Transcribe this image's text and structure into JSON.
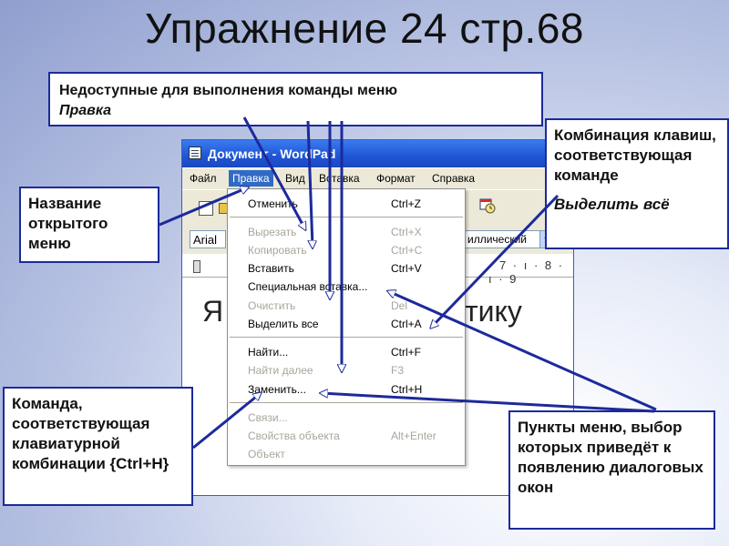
{
  "slide": {
    "title": "Упражнение 24 стр.68"
  },
  "callouts": {
    "unavailable": {
      "text": "Недоступные для выполнения команды меню",
      "italic": "Правка"
    },
    "combo": {
      "text": "Комбинация клавиш, соответствующая команде",
      "italic": "Выделить всё"
    },
    "opened_menu": {
      "text": "Название открытого меню"
    },
    "command": {
      "text": "Команда, соответствующая клавиатурной комбинации {Ctrl+H}"
    },
    "dialogs": {
      "text": "Пункты меню, выбор которых приведёт к появлению диалоговых окон"
    }
  },
  "window": {
    "title": "Документ - WordPad",
    "menubar": [
      "Файл",
      "Правка",
      "Вид",
      "Вставка",
      "Формат",
      "Справка"
    ],
    "active_menu": "Правка",
    "font_name": "Arial",
    "script_name": "иллический",
    "ruler_text": "· 7 · ı · 8 · ı · 9",
    "doc_text_start": "Я",
    "doc_text_end": "тику"
  },
  "edit_menu": {
    "items": [
      {
        "label": "Отменить",
        "shortcut": "Ctrl+Z",
        "enabled": true
      },
      {
        "label": "Вырезать",
        "shortcut": "Ctrl+X",
        "enabled": false
      },
      {
        "label": "Копировать",
        "shortcut": "Ctrl+C",
        "enabled": false
      },
      {
        "label": "Вставить",
        "shortcut": "Ctrl+V",
        "enabled": true
      },
      {
        "label": "Специальная вставка...",
        "shortcut": "",
        "enabled": true
      },
      {
        "label": "Очистить",
        "shortcut": "Del",
        "enabled": false
      },
      {
        "label": "Выделить все",
        "shortcut": "Ctrl+A",
        "enabled": true
      },
      {
        "label": "Найти...",
        "shortcut": "Ctrl+F",
        "enabled": true
      },
      {
        "label": "Найти далее",
        "shortcut": "F3",
        "enabled": false
      },
      {
        "label": "Заменить...",
        "shortcut": "Ctrl+H",
        "enabled": true
      },
      {
        "label": "Связи...",
        "shortcut": "",
        "enabled": false
      },
      {
        "label": "Свойства объекта",
        "shortcut": "Alt+Enter",
        "enabled": false
      },
      {
        "label": "Объект",
        "shortcut": "",
        "enabled": false
      }
    ]
  },
  "colors": {
    "callout_border": "#1c2a9b",
    "arrow": "#1c2a9b",
    "titlebar": "#1f55d4",
    "menu_highlight": "#316ac5",
    "disabled_text": "#a7a59b"
  }
}
